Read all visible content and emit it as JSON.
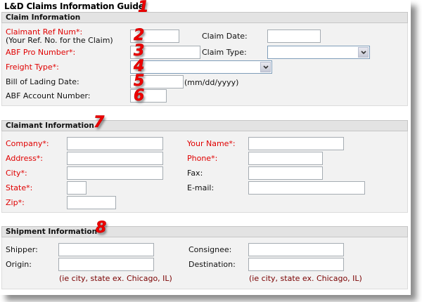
{
  "page": {
    "title": "L&D Claims Information Guide"
  },
  "badges": [
    "1",
    "2",
    "3",
    "4",
    "5",
    "6",
    "7",
    "8"
  ],
  "colors": {
    "required": "#e00000",
    "hint": "#7a0000",
    "section_bg": "#f2f2f2",
    "header_bg": "#e3e3e3",
    "badge": "#ee0000"
  },
  "claim_info": {
    "header": "Claim Information",
    "claimant_ref_label": "Claimant Ref Num*:",
    "claimant_ref_sublabel": "(Your Ref. No. for the Claim)",
    "claimant_ref_value": "",
    "claim_date_label": "Claim Date:",
    "claim_date_value": "",
    "abf_pro_label": "ABF Pro Number*:",
    "abf_pro_value": "",
    "claim_type_label": "Claim Type:",
    "claim_type_value": "",
    "freight_type_label": "Freight Type*:",
    "freight_type_value": "",
    "bol_date_label": "Bill of Lading Date:",
    "bol_date_value": "",
    "bol_date_hint": "(mm/dd/yyyy)",
    "abf_account_label": "ABF Account Number:",
    "abf_account_value": ""
  },
  "claimant_info": {
    "header": "Claimant Information",
    "company_label": "Company*:",
    "address_label": "Address*:",
    "city_label": "City*:",
    "state_label": "State*:",
    "zip_label": "Zip*:",
    "your_name_label": "Your Name*:",
    "phone_label": "Phone*:",
    "fax_label": "Fax:",
    "email_label": "E-mail:"
  },
  "shipment_info": {
    "header": "Shipment Information",
    "shipper_label": "Shipper:",
    "origin_label": "Origin:",
    "origin_hint": "(ie city, state  ex. Chicago, IL)",
    "consignee_label": "Consignee:",
    "destination_label": "Destination:",
    "destination_hint": "(ie city, state  ex. Chicago, IL)"
  }
}
